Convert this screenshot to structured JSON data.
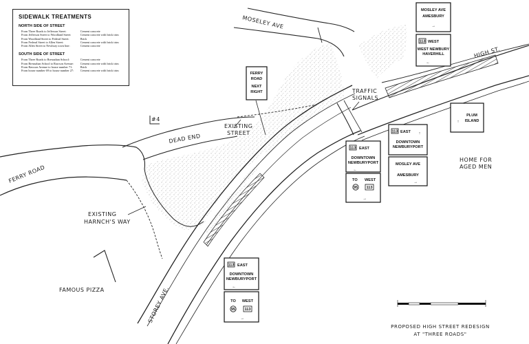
{
  "legend": {
    "title": "SIDEWALK TREATMENTS",
    "north_heading": "NORTH SIDE OF STREET",
    "north_rows": [
      {
        "from": "From Three Roads to Jefferson Street:",
        "material": "Cement concrete"
      },
      {
        "from": "From Jefferson Street to Woodland Street:",
        "material": "Cement concrete with brick trim"
      },
      {
        "from": "From Woodland Street to Federal Street:",
        "material": "Brick"
      },
      {
        "from": "From Federal Street to Allen Street:",
        "material": "Cement concrete with brick trim"
      },
      {
        "from": "From Allen Street to Newbury town line:",
        "material": "Cement concrete"
      }
    ],
    "south_heading": "SOUTH SIDE OF STREET",
    "south_rows": [
      {
        "from": "From Three Roads to Bresnahan School:",
        "material": "Cement concrete"
      },
      {
        "from": "From Bresnahan School to Rawson Avenue:",
        "material": "Cement concrete with brick trim"
      },
      {
        "from": "From Rawson Avenue to house number 71:",
        "material": "Brick"
      },
      {
        "from": "From house number 69 to house number 27:",
        "material": "Cement concrete with brick trim"
      }
    ]
  },
  "labels": {
    "moseley_ave": "MOSELEY AVE",
    "high_st": "HIGH ST.",
    "ferry_road": "FERRY ROAD",
    "storey_ave": "STOREY AVE.",
    "dead_end": "DEAD END",
    "existing_street_1": "EXISTING",
    "existing_street_2": "STREET",
    "existing_way_1": "EXISTING",
    "existing_way_2": "HARNCH'S WAY",
    "traffic_1": "TRAFFIC",
    "traffic_2": "SIGNALS",
    "pizza": "FAMOUS PIZZA",
    "home_1": "HOME FOR",
    "home_2": "AGED MEN",
    "lot_number": "#4"
  },
  "signs": {
    "moseley_amesbury": {
      "line1": "MOSLEY AVE",
      "line2": "AMESBURY",
      "arrow": "→"
    },
    "west_newbury": {
      "route": "113",
      "dir": "WEST",
      "line1": "WEST NEWBURY",
      "line2": "HAVERHILL",
      "arrow": "←"
    },
    "ferry_next_right": {
      "line1": "FERRY",
      "line2": "ROAD",
      "line3": "NEXT",
      "line4": "RIGHT"
    },
    "plum_island": {
      "arrow": "↑",
      "line1": "PLUM",
      "line2": "ISLAND"
    },
    "east_downtown_up": {
      "route": "113",
      "dir": "EAST",
      "arrow": "↑",
      "line1": "DOWNTOWN",
      "line2": "NEWBURYPORT"
    },
    "mosley_amesbury_2": {
      "line1": "MOSLEY AVE",
      "line2": "AMESBURY",
      "arrow": "→"
    },
    "east_downtown_left": {
      "route": "113",
      "dir": "EAST",
      "line1": "DOWNTOWN",
      "line2": "NEWBURYPORT",
      "arrow": "←"
    },
    "to_95_113": {
      "route1": "95",
      "route2": "113",
      "line1": "TO",
      "line2": "WEST",
      "arrow": "→"
    },
    "east_downtown_bottom": {
      "route": "113",
      "dir": "EAST",
      "line1": "DOWNTOWN",
      "line2": "NEWBURYPORT",
      "arrow": "←"
    },
    "to_95_west": {
      "line1": "TO",
      "dir": "WEST",
      "route1": "95",
      "route2": "113",
      "arrow": "→"
    }
  },
  "caption": {
    "line1": "PROPOSED HIGH STREET REDESIGN",
    "line2": "AT \"THREE ROADS\""
  }
}
